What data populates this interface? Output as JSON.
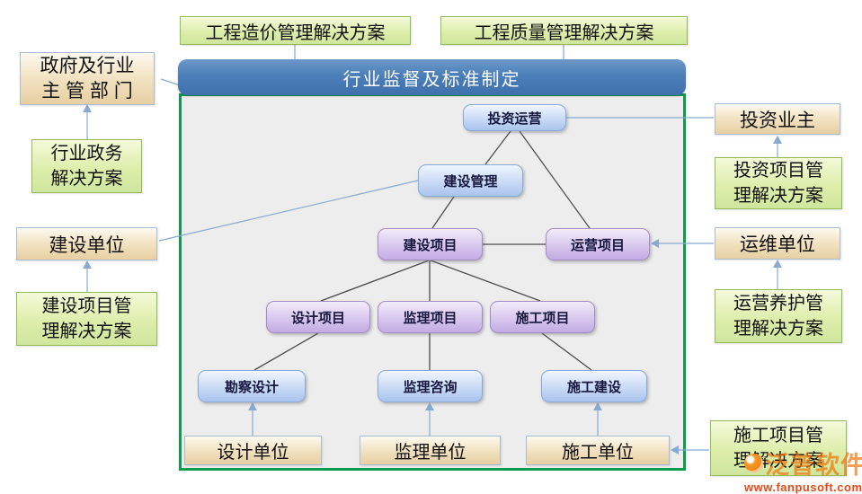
{
  "boxes": {
    "cost_solution": "工程造价管理解决方案",
    "quality_solution": "工程质量管理解决方案",
    "header": "行业监督及标准制定",
    "gov_unit": "政府及行业\n主 管 部 门",
    "gov_solution": "行业政务\n解决方案",
    "build_unit": "建设单位",
    "build_solution": "建设项目管\n理解决方案",
    "invest_owner": "投资业主",
    "invest_solution": "投资项目管\n理解决方案",
    "ops_unit": "运维单位",
    "ops_solution": "运营养护管\n理解决方案",
    "construction_solution": "施工项目管\n理解决方案",
    "design_unit": "设计单位",
    "supervision_unit": "监理单位",
    "construction_unit": "施工单位"
  },
  "nodes": {
    "invest_ops": "投资运营",
    "build_mgmt": "建设管理",
    "build_project": "建设项目",
    "ops_project": "运营项目",
    "design_project": "设计项目",
    "supervision_project": "监理项目",
    "construction_project": "施工项目",
    "survey_design": "勘察设计",
    "supervision_consult": "监理咨询",
    "construction_build": "施工建设"
  },
  "watermark": {
    "brand": "泛普软件",
    "url": "www.fanpusoft.com"
  },
  "edges": [
    {
      "from": "cost_solution",
      "to": "header"
    },
    {
      "from": "quality_solution",
      "to": "header"
    },
    {
      "from": "gov_unit",
      "to": "header"
    },
    {
      "from": "gov_solution",
      "to": "gov_unit"
    },
    {
      "from": "build_solution",
      "to": "build_unit"
    },
    {
      "from": "build_unit",
      "to": "build_mgmt"
    },
    {
      "from": "invest_ops",
      "to": "invest_owner"
    },
    {
      "from": "invest_solution",
      "to": "invest_owner"
    },
    {
      "from": "ops_unit",
      "to": "ops_project"
    },
    {
      "from": "ops_solution",
      "to": "ops_unit"
    },
    {
      "from": "construction_solution",
      "to": "construction_unit"
    },
    {
      "from": "invest_ops",
      "to": "build_mgmt"
    },
    {
      "from": "invest_ops",
      "to": "ops_project"
    },
    {
      "from": "build_mgmt",
      "to": "build_project"
    },
    {
      "from": "build_project",
      "to": "ops_project"
    },
    {
      "from": "build_project",
      "to": "design_project"
    },
    {
      "from": "build_project",
      "to": "supervision_project"
    },
    {
      "from": "build_project",
      "to": "construction_project"
    },
    {
      "from": "design_project",
      "to": "survey_design"
    },
    {
      "from": "supervision_project",
      "to": "supervision_consult"
    },
    {
      "from": "construction_project",
      "to": "construction_build"
    },
    {
      "from": "design_unit",
      "to": "survey_design"
    },
    {
      "from": "supervision_unit",
      "to": "supervision_consult"
    },
    {
      "from": "construction_unit",
      "to": "construction_build"
    }
  ],
  "colors": {
    "header_blue": "#4b7eb8",
    "container_border_green": "#0c9c4c",
    "container_bg": "#ededed",
    "solution_green_fill": "#d9eca7",
    "solution_green_border": "#95ba58",
    "unit_tan_fill": "#e9d3a6",
    "unit_tan_border": "#a9bdd2",
    "node_blue_fill": "#bcd1f2",
    "node_purple_fill": "#cdb9e7",
    "connector_blue": "#87a9d2",
    "tree_line_dark": "#4d4d4d",
    "watermark_orange": "#ed6c02"
  }
}
